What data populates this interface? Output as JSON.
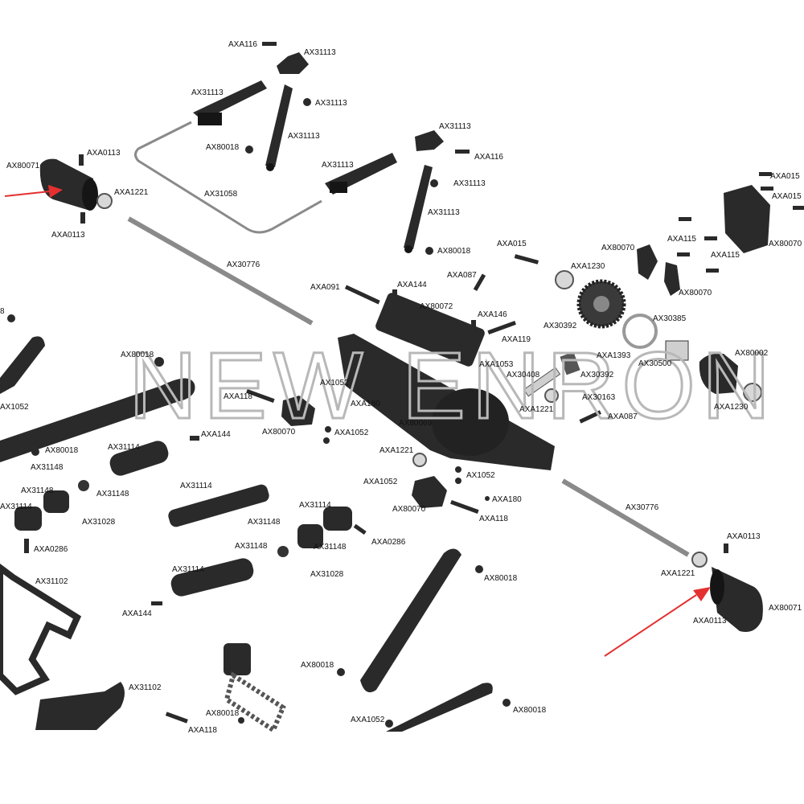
{
  "colors": {
    "part_fill": "#2a2a2a",
    "part_dark": "#151515",
    "rod": "#8a8a8a",
    "bearing": "#d8d8d8",
    "arrow": "#e53030",
    "watermark": "#b8b8b8",
    "label": "#111111"
  },
  "watermark": {
    "text": "NEW ENRON"
  },
  "labels": {
    "l01": "AXA116",
    "l02": "AX31113",
    "l03": "AX31113",
    "l04": "AX31113",
    "l05": "AX31113",
    "l06": "AX80018",
    "l07": "AX31058",
    "l08": "AX31113",
    "l09": "AX80071",
    "l10": "AXA0113",
    "l11": "AXA1221",
    "l12": "AXA0113",
    "l13": "AX31113",
    "l14": "AXA116",
    "l15": "AX31113",
    "l16": "AX31113",
    "l17": "AX80018",
    "l18": "AX30776",
    "l19": "AXA015",
    "l20": "AXA015",
    "l21": "AXA015",
    "l22": "AX80070",
    "l23": "AXA115",
    "l24": "AX80070",
    "l25": "AXA115",
    "l26": "AX80070",
    "l27": "AXA1230",
    "l28": "AXA087",
    "l29": "AXA091",
    "l30": "AXA144",
    "l31": "AX80072",
    "l32": "AXA146",
    "l33": "AX30392",
    "l34": "AXA119",
    "l35": "AX30385",
    "l36": "AX80018",
    "l37": "AXA1393",
    "l38": "AX30500",
    "l39": "AX80002",
    "l40": "AXA1053",
    "l41": "AX30408",
    "l42": "AX30392",
    "l43": "AX1052",
    "l44": "AXA118",
    "l45": "AXA180",
    "l46": "AX30163",
    "l47": "AXA1221",
    "l48": "AXA087",
    "l49": "AXA1230",
    "l50": "AX80069",
    "l51": "AX80070",
    "l52": "AXA1052",
    "l53": "AXA144",
    "l54": "AX80018",
    "l55": "AX31148",
    "l56": "AX31114",
    "l57": "AX31148",
    "l58": "AX31148",
    "l59": "AX31114",
    "l60": "AX31028",
    "l61": "AX31114",
    "l62": "AXA1221",
    "l63": "AXA1052",
    "l64": "AX1052",
    "l65": "AXA180",
    "l66": "AX80070",
    "l67": "AXA118",
    "l68": "AX30776",
    "l69": "AXA0286",
    "l70": "AX31114",
    "l71": "AX31148",
    "l72": "AX31148",
    "l73": "AXA0286",
    "l74": "AX31148",
    "l75": "AX31028",
    "l76": "AX31102",
    "l77": "AX31114",
    "l78": "AXA144",
    "l79": "AX80018",
    "l80": "AXA0113",
    "l81": "AXA1221",
    "l82": "AX80071",
    "l83": "AXA0113",
    "l84": "AX80018",
    "l85": "AX31102",
    "l86": "AX80018",
    "l87": "AXA1052",
    "l88": "AX80018",
    "l89": "AXA118",
    "l90": "AX1052",
    "l91": "8"
  }
}
